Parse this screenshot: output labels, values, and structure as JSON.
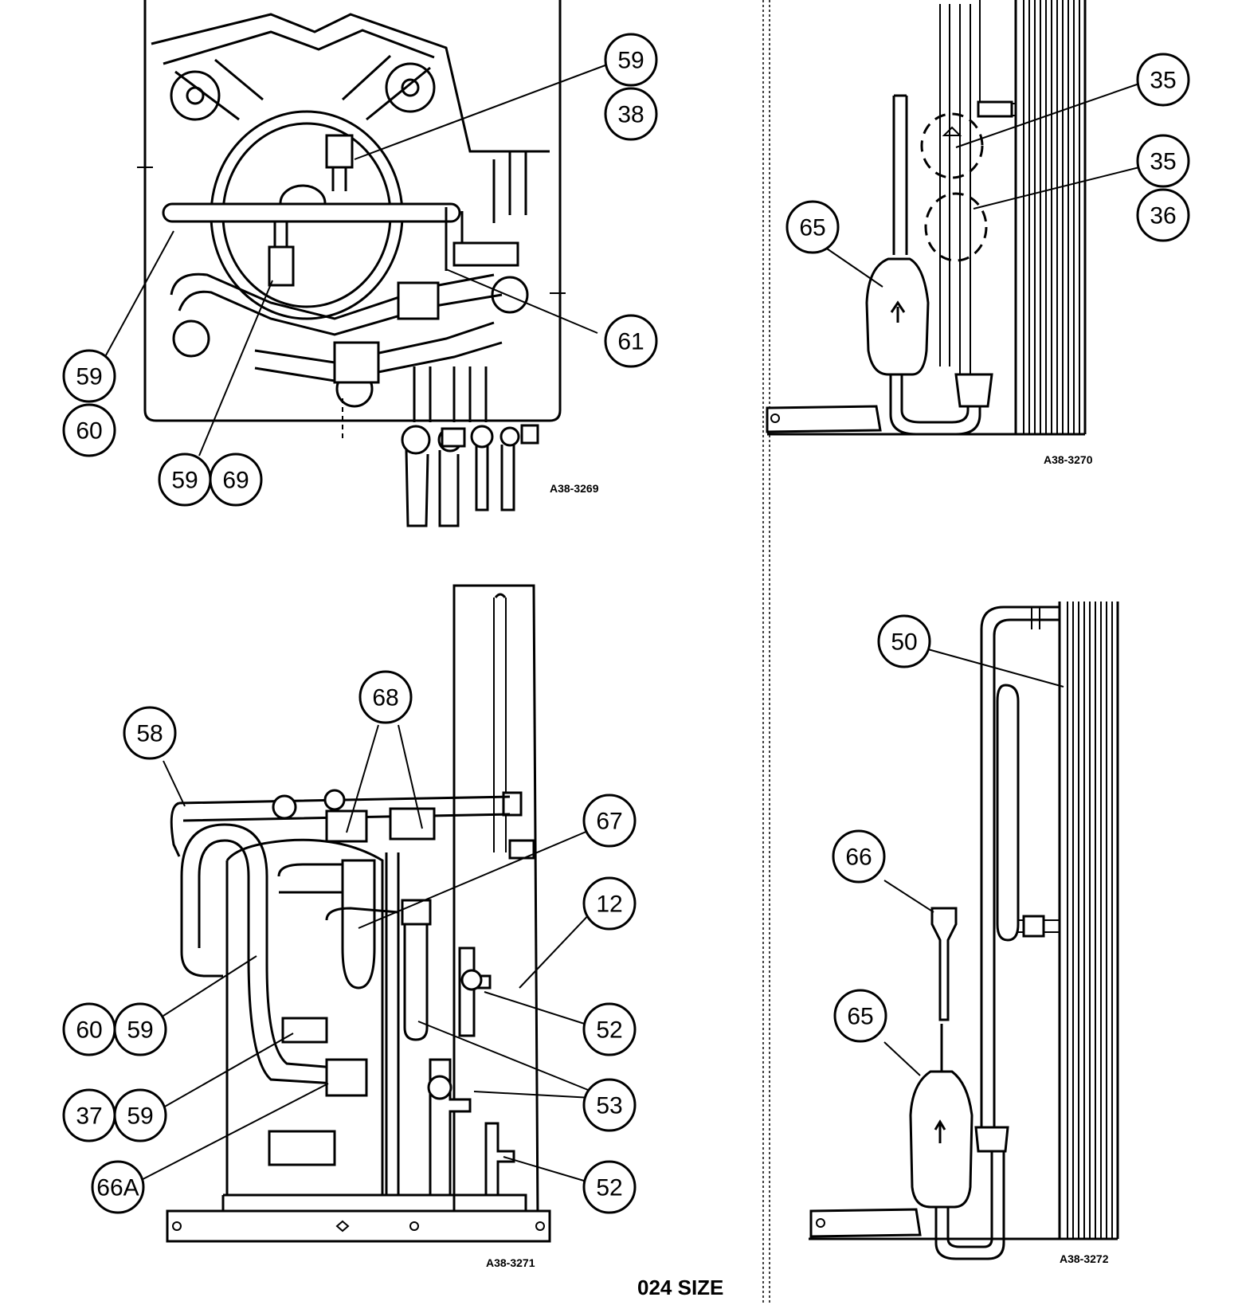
{
  "panels": [
    {
      "id": "top-left",
      "code": "A38-3269",
      "callouts": [
        {
          "id": "tl-59a",
          "label": "59"
        },
        {
          "id": "tl-38",
          "label": "38"
        },
        {
          "id": "tl-61",
          "label": "61"
        },
        {
          "id": "tl-59b",
          "label": "59"
        },
        {
          "id": "tl-60",
          "label": "60"
        },
        {
          "id": "tl-59c",
          "label": "59"
        },
        {
          "id": "tl-69",
          "label": "69"
        }
      ]
    },
    {
      "id": "top-right",
      "code": "A38-3270",
      "callouts": [
        {
          "id": "tr-35a",
          "label": "35"
        },
        {
          "id": "tr-35b",
          "label": "35"
        },
        {
          "id": "tr-36",
          "label": "36"
        },
        {
          "id": "tr-65",
          "label": "65"
        }
      ]
    },
    {
      "id": "bottom-left",
      "code": "A38-3271",
      "callouts": [
        {
          "id": "bl-68",
          "label": "68"
        },
        {
          "id": "bl-58",
          "label": "58"
        },
        {
          "id": "bl-67",
          "label": "67"
        },
        {
          "id": "bl-12",
          "label": "12"
        },
        {
          "id": "bl-60",
          "label": "60"
        },
        {
          "id": "bl-59a",
          "label": "59"
        },
        {
          "id": "bl-52a",
          "label": "52"
        },
        {
          "id": "bl-37",
          "label": "37"
        },
        {
          "id": "bl-59b",
          "label": "59"
        },
        {
          "id": "bl-53",
          "label": "53"
        },
        {
          "id": "bl-66a",
          "label": "66A"
        },
        {
          "id": "bl-52b",
          "label": "52"
        }
      ]
    },
    {
      "id": "bottom-right",
      "code": "A38-3272",
      "callouts": [
        {
          "id": "br-50",
          "label": "50"
        },
        {
          "id": "br-66",
          "label": "66"
        },
        {
          "id": "br-65",
          "label": "65"
        }
      ]
    }
  ],
  "size_label": "024 SIZE"
}
